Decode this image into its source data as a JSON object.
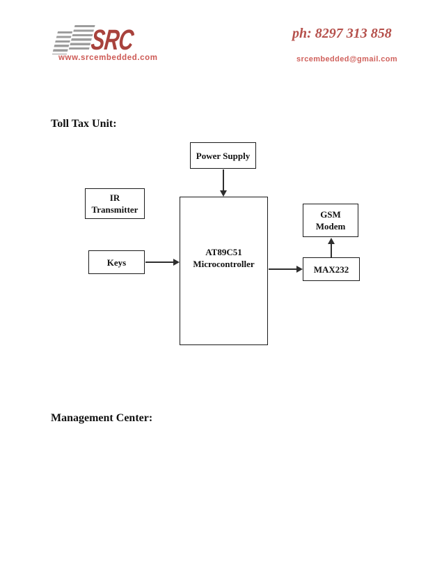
{
  "header": {
    "logo_text": "SRC",
    "website": "www.srcembedded.com",
    "phone": "ph: 8297 313 858",
    "email": "srcembedded@gmail.com",
    "brand_color": "#a8423c",
    "accent_color": "#cd5a55"
  },
  "sections": {
    "toll_tax_heading": "Toll Tax Unit:",
    "management_heading": "Management Center:"
  },
  "diagram": {
    "power_supply": {
      "label": "Power Supply"
    },
    "ir_transmitter": {
      "line1": "IR",
      "line2": "Transmitter"
    },
    "keys": {
      "label": "Keys"
    },
    "microcontroller": {
      "line1": "AT89C51",
      "line2": "Microcontroller"
    },
    "gsm_modem": {
      "line1": "GSM",
      "line2": "Modem"
    },
    "max232": {
      "label": "MAX232"
    },
    "connections": [
      {
        "from": "Power Supply",
        "to": "AT89C51 Microcontroller",
        "direction": "down"
      },
      {
        "from": "Keys",
        "to": "AT89C51 Microcontroller",
        "direction": "right"
      },
      {
        "from": "AT89C51 Microcontroller",
        "to": "MAX232",
        "direction": "right"
      },
      {
        "from": "MAX232",
        "to": "GSM Modem",
        "direction": "up"
      }
    ]
  }
}
